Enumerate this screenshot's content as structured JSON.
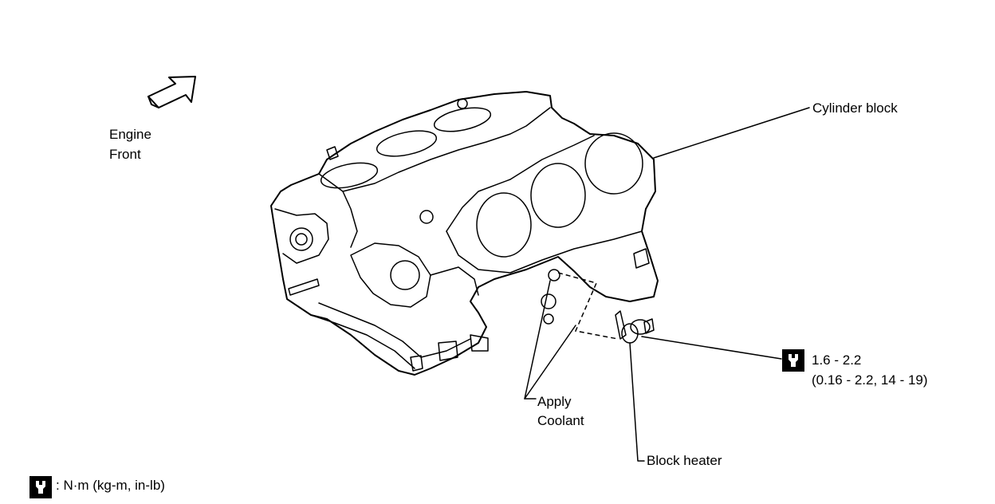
{
  "orientation": {
    "line1": "Engine",
    "line2": "Front"
  },
  "callouts": {
    "cylinder_block": "Cylinder block",
    "torque_value": "1.6 - 2.2",
    "torque_alt": "(0.16 - 2.2, 14 - 19)",
    "coolant_line1": "Apply",
    "coolant_line2": "Coolant",
    "block_heater": "Block heater"
  },
  "legend": {
    "units": ": N·m (kg-m, in-lb)"
  },
  "icons": {
    "arrow": "engine-front-arrow-icon",
    "torque": "torque-wrench-icon"
  }
}
